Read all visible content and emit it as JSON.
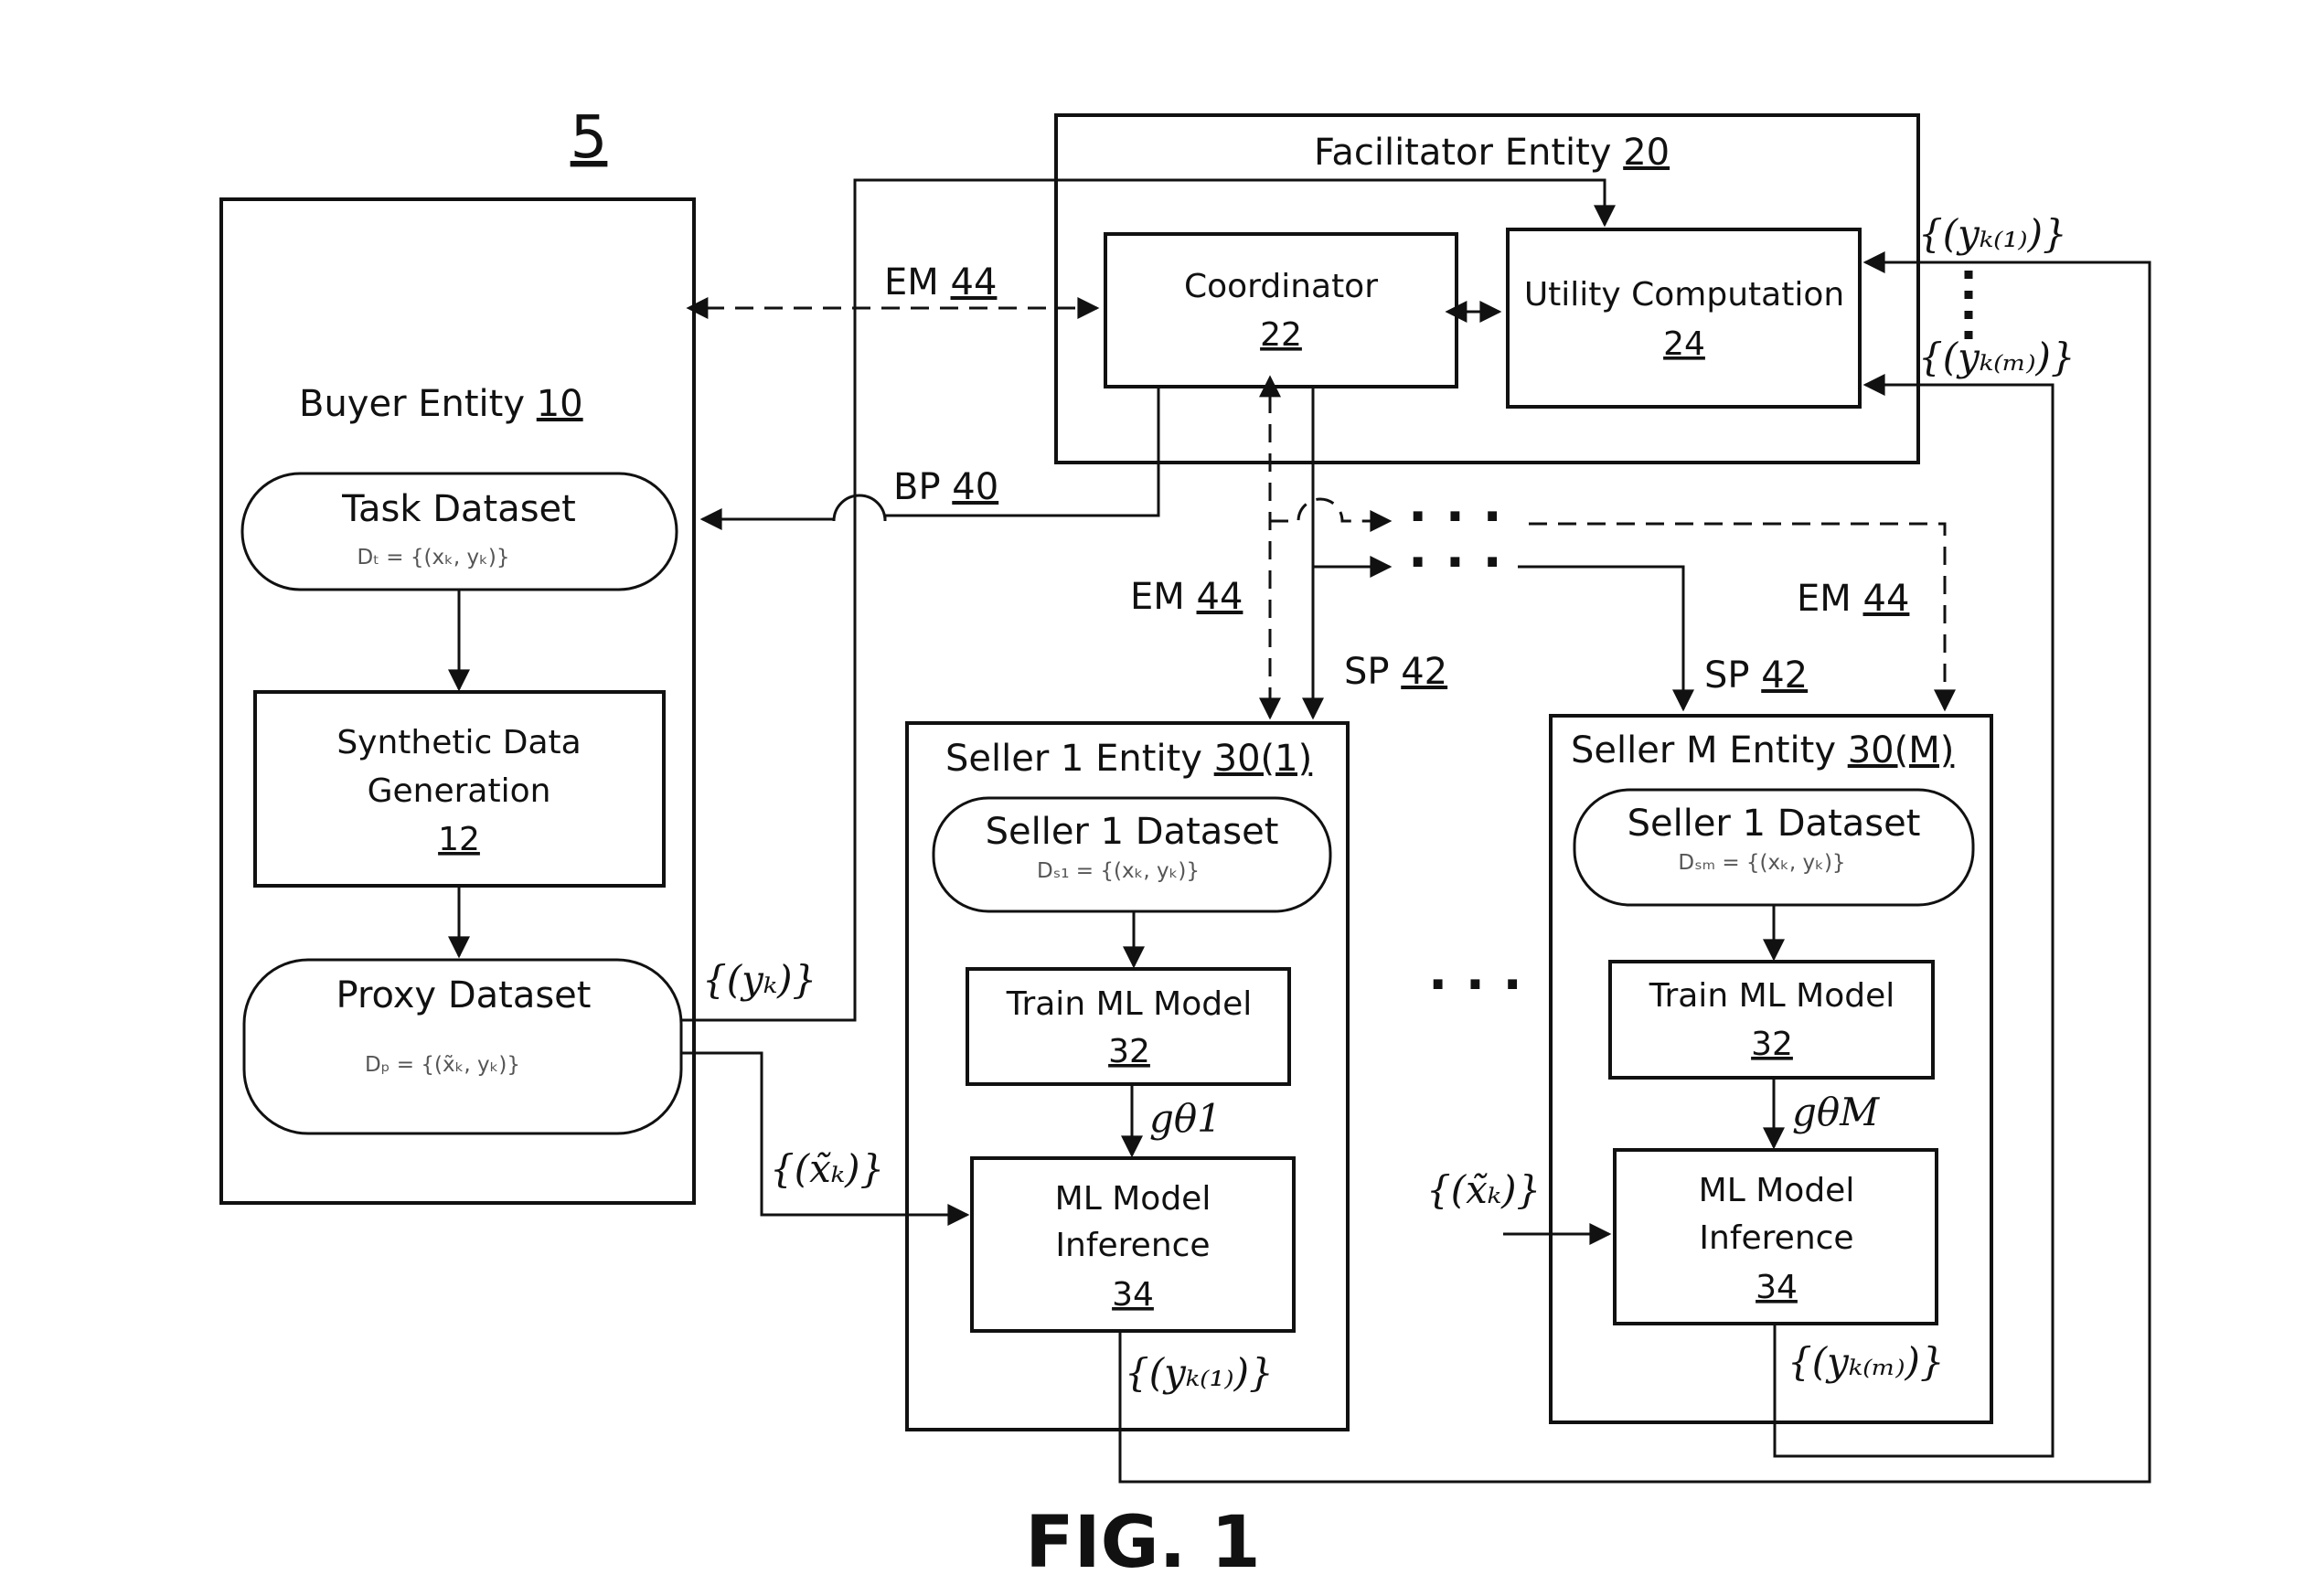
{
  "figure_number": "5",
  "figure_caption": "FIG. 1",
  "buyer": {
    "title": "Buyer Entity",
    "ref": "10",
    "task_dataset": {
      "label": "Task Dataset",
      "formula": "Dₜ = {(xₖ, yₖ)}"
    },
    "synthetic": {
      "line1": "Synthetic Data",
      "line2": "Generation",
      "ref": "12"
    },
    "proxy_dataset": {
      "label": "Proxy Dataset",
      "formula": "Dₚ = {(x̃ₖ, yₖ)}"
    }
  },
  "facilitator": {
    "title": "Facilitator  Entity",
    "ref": "20",
    "coordinator": {
      "label": "Coordinator",
      "ref": "22"
    },
    "utility": {
      "label": "Utility Computation",
      "ref": "24"
    }
  },
  "seller1": {
    "title": "Seller 1 Entity",
    "ref": "30(1)",
    "dataset": {
      "label": "Seller 1  Dataset",
      "formula": "Dₛ₁ = {(xₖ, yₖ)}"
    },
    "train": {
      "label": "Train ML Model",
      "ref": "32"
    },
    "inference": {
      "line1": "ML Model",
      "line2": "Inference",
      "ref": "34"
    },
    "model_param": "gθ1",
    "output": "{(yₖ₍₁₎)}"
  },
  "sellerM": {
    "title": "Seller M Entity",
    "ref": "30(M)",
    "dataset": {
      "label": "Seller 1  Dataset",
      "formula": "Dₛₘ = {(xₖ, yₖ)}"
    },
    "train": {
      "label": "Train ML Model",
      "ref": "32"
    },
    "inference": {
      "line1": "ML Model",
      "line2": "Inference",
      "ref": "34"
    },
    "model_param": "gθM",
    "output": "{(yₖ₍ₘ₎)}"
  },
  "signals": {
    "em_prefix": "EM",
    "em_ref": "44",
    "bp_prefix": "BP",
    "bp_ref": "40",
    "sp_prefix": "SP",
    "sp_ref": "42",
    "yk": "{(yₖ)}",
    "xk_tilde": "{(x̃ₖ)}",
    "yk1": "{(yₖ₍₁₎)}",
    "ykM": "{(yₖ₍ₘ₎)}",
    "ellipsis": "· · ·"
  }
}
